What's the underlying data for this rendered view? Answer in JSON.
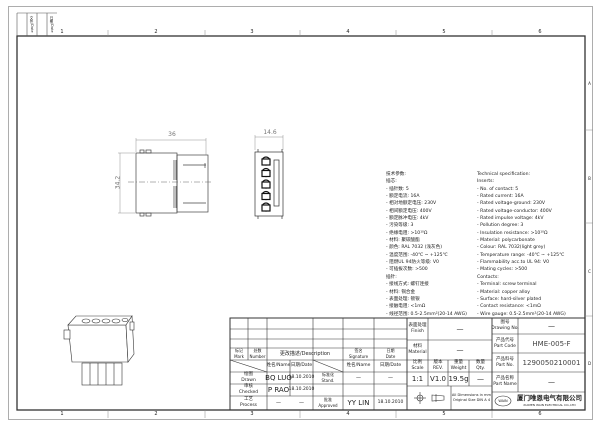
{
  "frame": {
    "columns": [
      "1",
      "2",
      "3",
      "4",
      "5",
      "6"
    ],
    "rows": [
      "A",
      "B",
      "C",
      "D"
    ],
    "margin_labels": [
      "文件/Date",
      "日期/Date"
    ]
  },
  "views": {
    "side_dim_width": "36",
    "side_dim_height": "34.2",
    "front_dim_width": "14.6"
  },
  "spec_cn": {
    "lines": [
      "技术参数:",
      "插芯:",
      "- 插针数: 5",
      "- 额定电流: 16A",
      "- 相对地额定电压: 230V",
      "- 相间额定电压: 400V",
      "- 额定脉冲电压: 4kV",
      "- 污染等级: 3",
      "- 绝缘电阻: >10¹⁰Ω",
      "- 材料: 聚碳酸酯",
      "- 颜色: RAL 7032 (浅灰色)",
      "- 温度范围: -40℃ ~ +125℃",
      "- 阻燃UL 94防火等级: V0",
      "- 可插拔次数: >500",
      "插针:",
      "- 接线方式: 螺钉连接",
      "- 材料: 铜合金",
      "- 表面处理: 镀银",
      "- 接触电阻: <1mΩ",
      "- 线径范围: 0.5-2.5mm²(20-14 AWG)"
    ]
  },
  "spec_en": {
    "lines": [
      "Technical specification:",
      "Inserts:",
      "- No. of contact: 5",
      "- Rated current: 16A",
      "- Rated voltage-ground: 230V",
      "- Rated voltage-conductor: 400V",
      "- Rated impulse voltage: 4kV",
      "- Pollution degree: 3",
      "- Insulation resistance: >10¹⁰Ω",
      "- Material: polycarbonate",
      "- Colour: RAL 7032(light grey)",
      "- Temperature range: -40℃ ~ +125℃",
      "- Flammability acc.to UL 94: V0",
      "- Mating cycles: >500",
      "Contacts:",
      "- Terminal: screw terminal",
      "- Material: copper alloy",
      "- Surface: hard-silver plated",
      "- Contact resistance: <1mΩ",
      "- Wire gauge: 0.5-2.5mm²(20-14 AWG)"
    ]
  },
  "title_block": {
    "mark": "标记\nMark",
    "number": "处数\nNumber",
    "description": "更改描述/Description",
    "signature": "签名\nSignature",
    "date": "日期\nDate",
    "name_h": "姓名/Name",
    "date_h": "日期/Date",
    "name_h2": "姓名/Name",
    "date_h2": "日期/Date",
    "drawn": "绘图\nDrawn",
    "drawn_name": "BQ LUO",
    "drawn_date": "18.10.2010",
    "stand": "标准化\nStand.",
    "stand_name": "—",
    "stand_date": "—",
    "checked": "审核\nChecked",
    "checked_name": "P RAO",
    "checked_date": "18.10.2010",
    "process": "工艺\nProcess",
    "process_name": "—",
    "process_date": "—",
    "approved": "批准\nApproved",
    "approved_name": "YY LIN",
    "approved_date": "18.10.2010",
    "finish": "表面处理\nFinish",
    "finish_val": "—",
    "material": "材料\nMaterial",
    "material_val": "—",
    "scale": "比例\nScale",
    "scale_val": "1:1",
    "rev": "版本\nREV.",
    "rev_val": "V1.0",
    "weight": "重量\nWeight",
    "weight_val": "19.5g",
    "qty": "数量\nQty.",
    "qty_val": "—",
    "dims_note": "All Dimensions in mm\nOriginal Size DIN A 4",
    "drawing_no": "图号\nDrawing No.",
    "drawing_no_val": "—",
    "part_code": "产品代号\nPart Code",
    "part_code_val": "HME-005-F",
    "part_no": "产品料号\nPart No.",
    "part_no_val": "1290050210001",
    "part_name": "产品名称\nPart Name",
    "part_name_val": "—",
    "company_cn": "厦门唯恩电气有限公司",
    "company_en": "XIAMEN WAIN ELECTRICAL CO.,LTD",
    "logo_text": "WAIN"
  }
}
